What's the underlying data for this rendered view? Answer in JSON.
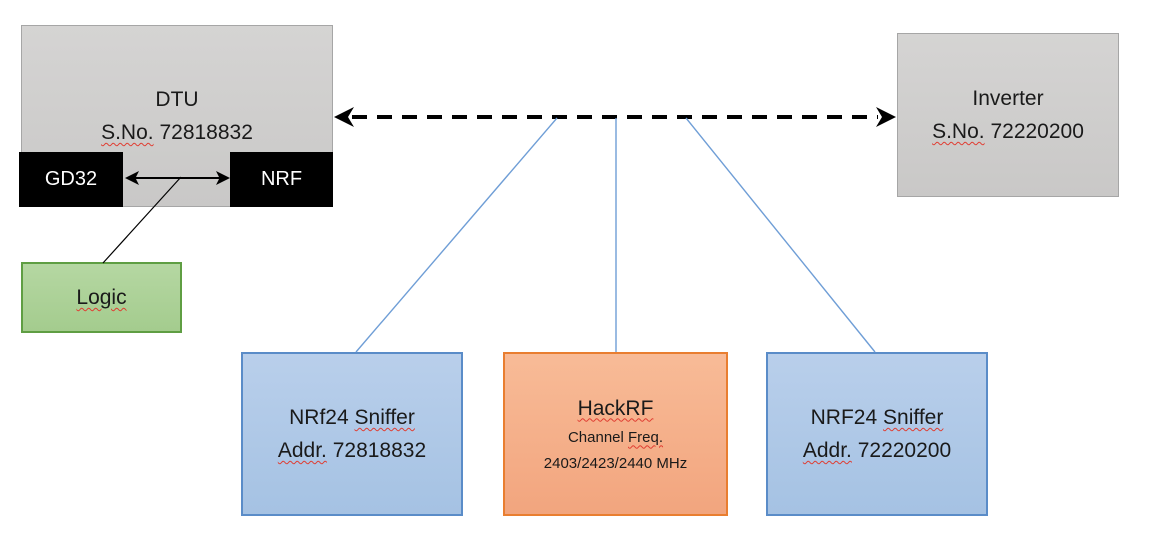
{
  "nodes": {
    "dtu": {
      "title": "DTU",
      "serial_label": "S.No.",
      "serial_number": "72818832"
    },
    "gd32": {
      "label": "GD32"
    },
    "nrf": {
      "label": "NRF"
    },
    "logic": {
      "label": "Logic"
    },
    "inverter": {
      "title": "Inverter",
      "serial_label": "S.No.",
      "serial_number": "72220200"
    },
    "sniffer_left": {
      "name_prefix": "NRf24",
      "name_flagged": "Sniffer",
      "addr_label": "Addr.",
      "addr_number": "72818832"
    },
    "hackrf": {
      "title": "HackRF",
      "freq_prefix": "Channel",
      "freq_flagged": "Freq.",
      "frequencies": "2403/2423/2440 MHz"
    },
    "sniffer_right": {
      "name_prefix": "NRF24",
      "name_flagged": "Sniffer",
      "addr_label": "Addr.",
      "addr_number": "72220200"
    }
  },
  "colors": {
    "gray_fill": "#cecdcc",
    "gray_border": "#a6a6a6",
    "black_fill": "#000000",
    "green_fill": "#aed29a",
    "green_border": "#5f9e43",
    "blue_fill": "#aec9e8",
    "blue_border": "#5a8cc8",
    "orange_fill": "#f5b08a",
    "orange_border": "#e97e30",
    "connector_blue": "#6f9ed6",
    "arrow_black": "#000000",
    "squiggle_red": "#e03c31"
  }
}
